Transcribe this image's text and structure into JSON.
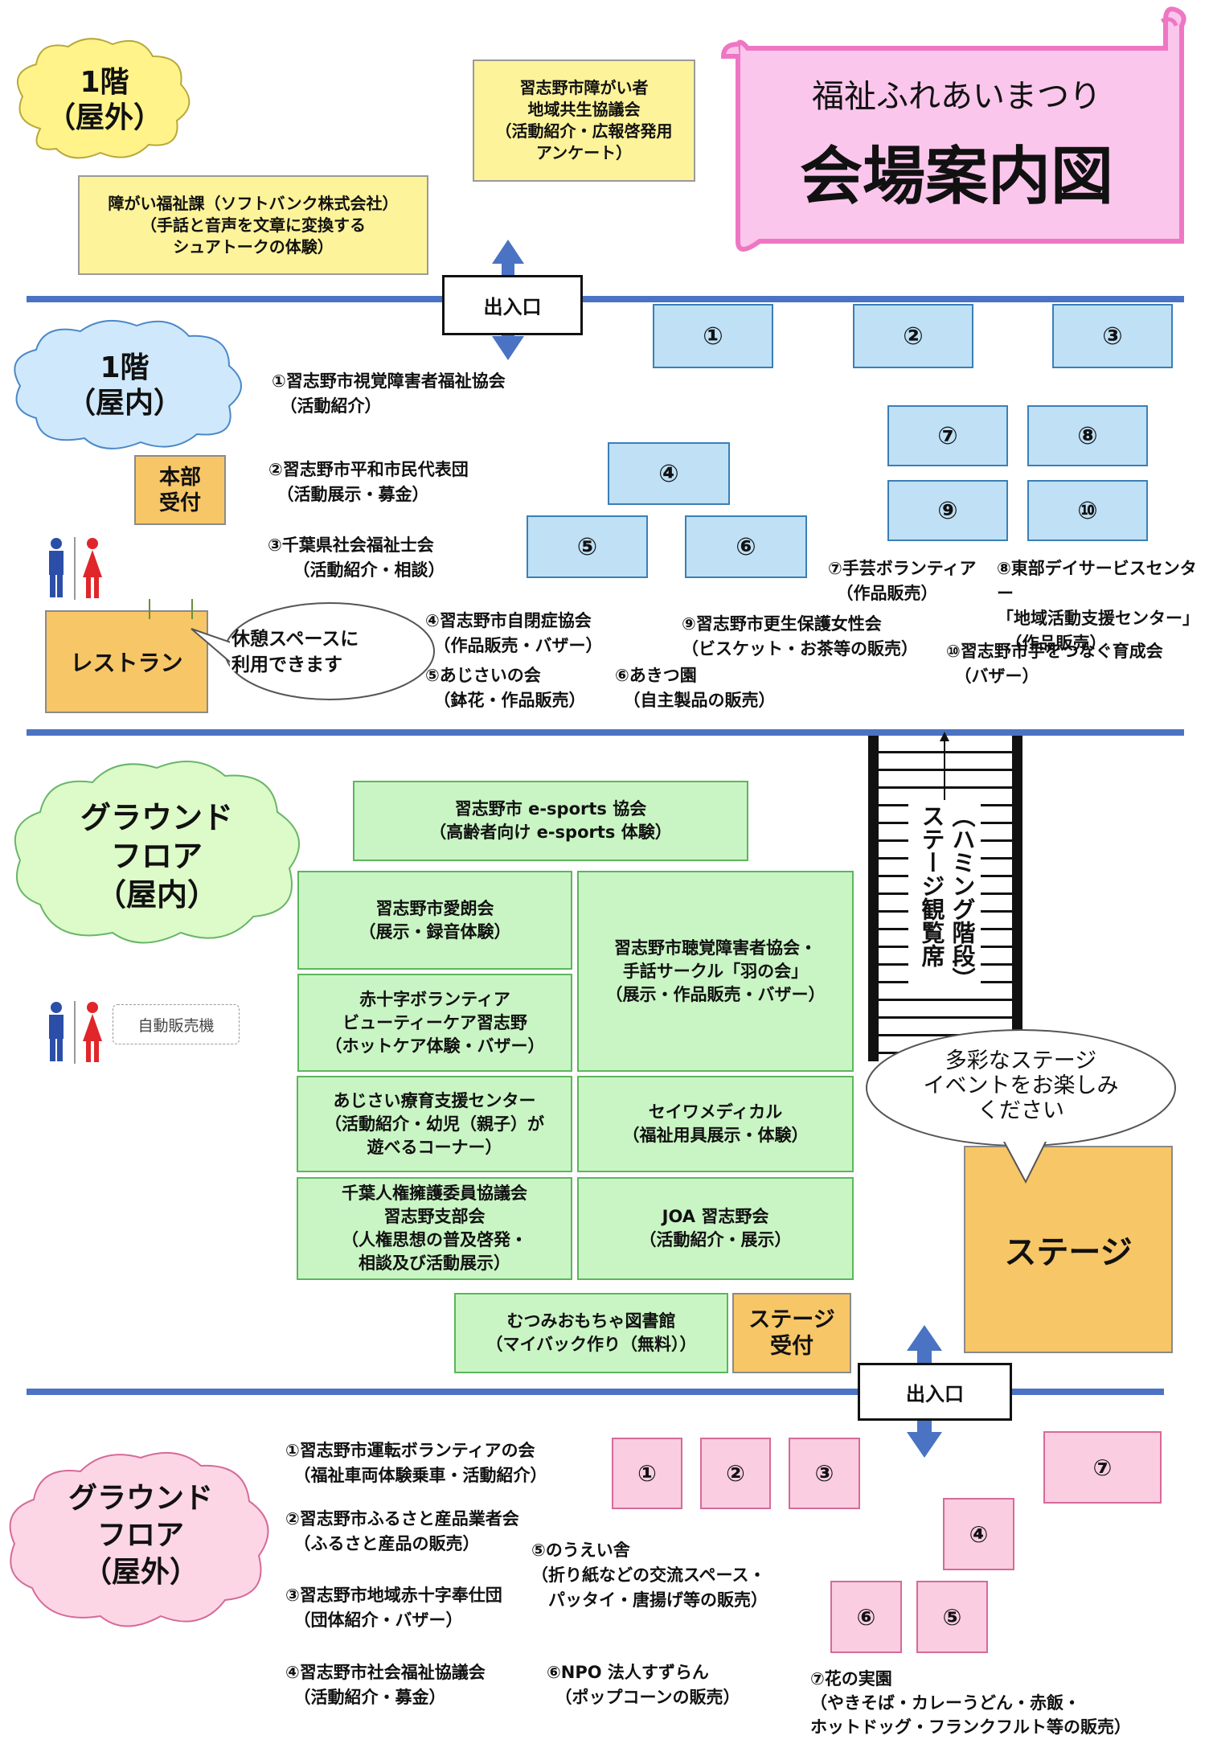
{
  "title": {
    "line1": "福祉ふれあいまつり",
    "line2": "会場案内図"
  },
  "sections": {
    "f1_out": "1階\n（屋外）",
    "f1_in": "1階\n（屋内）",
    "g_in": "グラウンド\nフロア\n（屋内）",
    "g_out": "グラウンド\nフロア\n（屋外）"
  },
  "entrance_label": "出入口",
  "f1_outdoor": {
    "booth_a": "習志野市障がい者\n地域共生協議会\n（活動紹介・広報啓発用\nアンケート）",
    "booth_b": "障がい福祉課（ソフトバンク株式会社）\n（手話と音声を文章に変換する\nシュアトークの体験）"
  },
  "f1_indoor": {
    "numbers": [
      "①",
      "②",
      "③",
      "④",
      "⑤",
      "⑥",
      "⑦",
      "⑧",
      "⑨",
      "⑩"
    ],
    "hq": "本部\n受付",
    "restaurant": "レストラン",
    "rest_bubble": "休憩スペースに\n利用できます",
    "items": [
      "①習志野市視覚障害者福祉協会\n　（活動紹介）",
      "②習志野市平和市民代表団\n　（活動展示・募金）",
      "③千葉県社会福祉士会\n　　（活動紹介・相談）",
      "④習志野市自閉症協会\n　（作品販売・バザー）",
      "⑤あじさいの会\n　（鉢花・作品販売）",
      "⑥あきつ園\n　（自主製品の販売）",
      "⑦手芸ボランティア\n　（作品販売）",
      "⑧東部デイサービスセンター\n「地域活動支援センター」\n　（作品販売）",
      "⑨習志野市更生保護女性会\n（ビスケット・お茶等の販売）",
      "⑩習志野市手をつなぐ育成会\n　（バザー）"
    ]
  },
  "g_indoor": {
    "esports": "習志野市 e-sports 協会\n（高齢者向け e-sports 体験）",
    "booths": [
      "習志野市愛朗会\n（展示・録音体験）",
      "赤十字ボランティア\nビューティーケア習志野\n（ホットケア体験・バザー）",
      "あじさい療育支援センター\n（活動紹介・幼児（親子）が\n遊べるコーナー）",
      "千葉人権擁護委員協議会\n習志野支部会\n（人権思想の普及啓発・\n相談及び活動展示）",
      "習志野市聴覚障害者協会・\n手話サークル「羽の会」\n（展示・作品販売・バザー）",
      "セイワメディカル\n（福祉用具展示・体験）",
      "JOA 習志野会\n（活動紹介・展示）"
    ],
    "toy_library": "むつみおもちゃ図書館\n（マイバック作り（無料））",
    "stage_reception": "ステージ\n受付",
    "stage": "ステージ",
    "stage_bubble": "多彩なステージ\nイベントをお楽しみ\nください",
    "stairs_col1": "（ハミング階段）",
    "stairs_col2": "ステージ観覧席",
    "vending": "自動販売機"
  },
  "g_outdoor": {
    "numbers": [
      "①",
      "②",
      "③",
      "④",
      "⑤",
      "⑥",
      "⑦"
    ],
    "items": [
      "①習志野市運転ボランティアの会\n　（福祉車両体験乗車・活動紹介）",
      "②習志野市ふるさと産品業者会\n　（ふるさと産品の販売）",
      "③習志野市地域赤十字奉仕団\n　（団体紹介・バザー）",
      "④習志野市社会福祉協議会\n　（活動紹介・募金）",
      "⑤のうえい舎\n（折り紙などの交流スペース・\n　パッタイ・唐揚げ等の販売）",
      "⑥NPO 法人すずらん\n　（ポップコーンの販売）",
      "⑦花の実園\n（やきそば・カレーうどん・赤飯・\nホットドッグ・フランクフルト等の販売）"
    ]
  },
  "colors": {
    "divider": "#4a73c3",
    "f1_out_cloud": "#fff38a",
    "f1_in_cloud": "#cfe8fb",
    "g_in_cloud": "#dcfbc8",
    "g_out_cloud": "#fcd6e4",
    "banner": "#fbc6ec"
  }
}
